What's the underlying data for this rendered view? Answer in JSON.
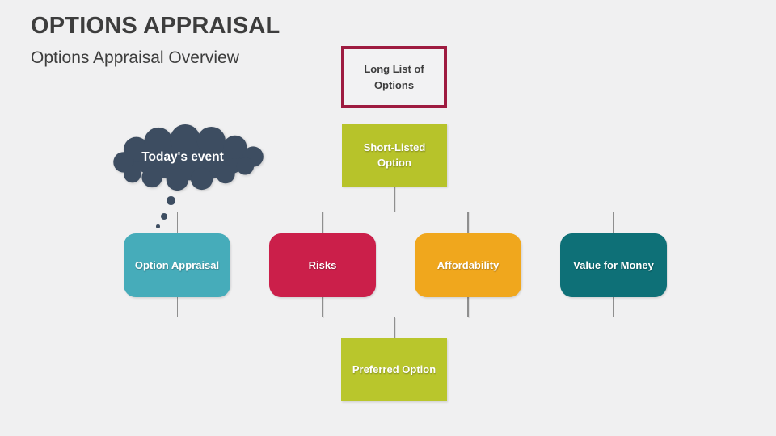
{
  "slide": {
    "title": "OPTIONS APPRAISAL",
    "subtitle": "Options Appraisal Overview"
  },
  "colors": {
    "background": "#f0f0f1",
    "heading_text": "#3d3d3d",
    "connector_line": "#8f8f8f",
    "box_text_light": "#ffffff"
  },
  "diagram": {
    "long_list_box": {
      "label": "Long List of Options",
      "border_color": "#9e1b40",
      "fill": "#f2f2f3",
      "text_color": "#3d3d3d"
    },
    "short_listed_box": {
      "label": "Short-Listed Option",
      "fill": "#b7c32a"
    },
    "cloud_callout": {
      "label": "Today's event",
      "fill": "#3d4d61"
    },
    "criteria_row": [
      {
        "label": "Option Appraisal",
        "fill": "#46acba"
      },
      {
        "label": "Risks",
        "fill": "#cb1f4a"
      },
      {
        "label": "Affordability",
        "fill": "#f0a71d"
      },
      {
        "label": "Value for Money",
        "fill": "#0e7077"
      }
    ],
    "preferred_box": {
      "label": "Preferred Option",
      "fill": "#b9c62c"
    }
  }
}
